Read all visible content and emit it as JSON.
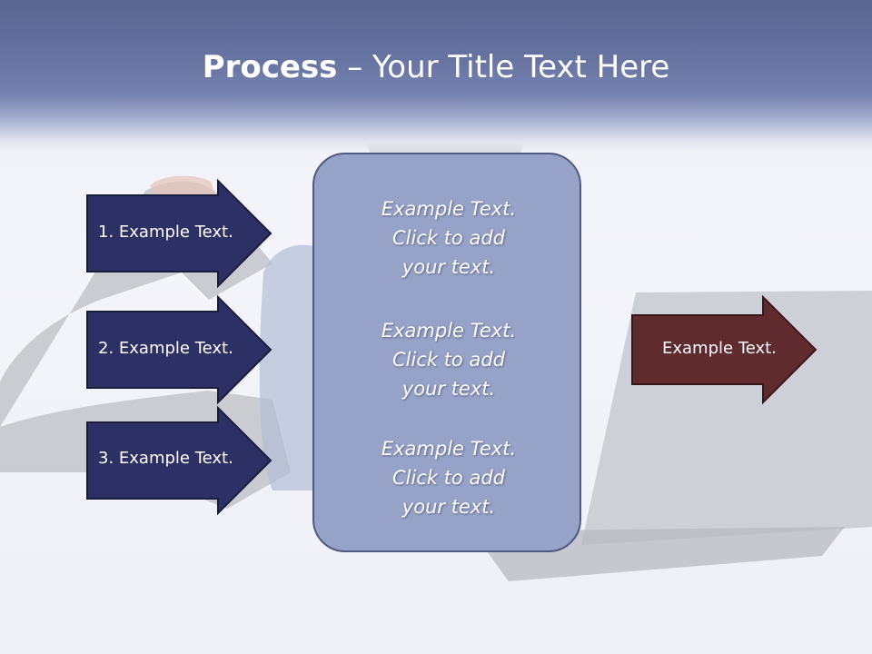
{
  "title": {
    "strong": "Process",
    "rest": " – Your Title Text Here"
  },
  "left_arrows": [
    {
      "label": "1. Example Text."
    },
    {
      "label": "2. Example Text."
    },
    {
      "label": "3. Example Text."
    }
  ],
  "center_panel": {
    "blocks": [
      {
        "lines": [
          "Example Text.",
          "Click  to add",
          "your text."
        ]
      },
      {
        "lines": [
          "Example Text.",
          "Click  to add",
          "your text."
        ]
      },
      {
        "lines": [
          "Example Text.",
          "Click  to add",
          "your text."
        ]
      }
    ]
  },
  "right_arrow": {
    "label": "Example Text."
  },
  "colors": {
    "left_arrow_fill": "#2d3064",
    "right_arrow_fill": "#5f2b2f",
    "panel_fill": "#97a2c9",
    "title_band": "#6572a0"
  }
}
